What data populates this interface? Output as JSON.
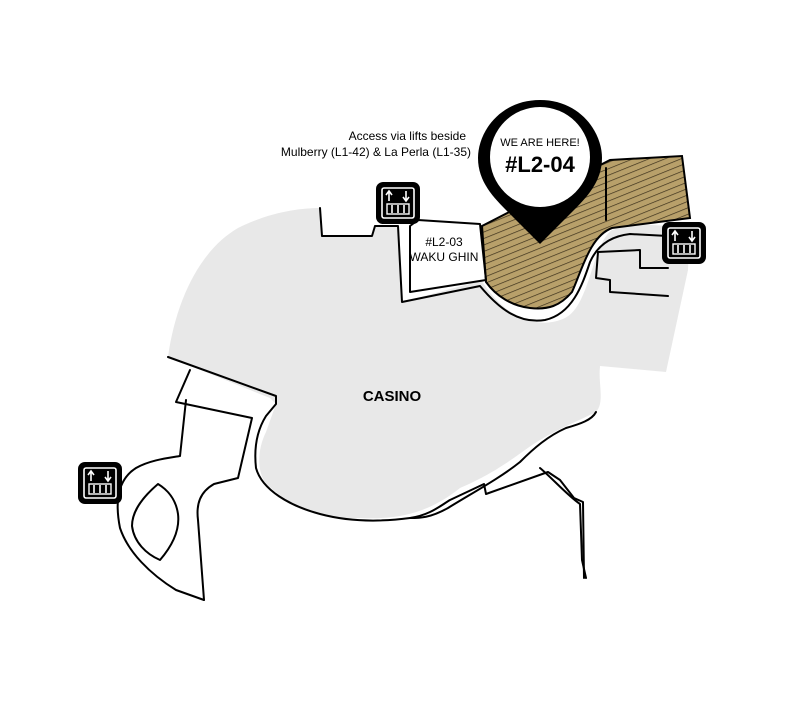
{
  "colors": {
    "casino_fill": "#e8e8e8",
    "outline": "#000000",
    "highlight_fill": "#b8a06a",
    "highlight_hatch": "#3a2f1a",
    "pin_fill": "#000000",
    "pin_inner": "#ffffff"
  },
  "map": {
    "access_note": {
      "line1": "Access via lifts beside",
      "line2": "Mulberry (L1-42) & La Perla (L1-35)"
    },
    "you_are_here": {
      "label": "WE ARE HERE!",
      "unit": "#L2-04",
      "icon": "map-pin-icon"
    },
    "neighbor_unit": {
      "unit": "#L2-03",
      "name": "WAKU GHIN"
    },
    "area_label": "CASINO",
    "lifts": [
      {
        "icon": "lift-icon"
      },
      {
        "icon": "lift-icon"
      },
      {
        "icon": "lift-icon"
      }
    ]
  }
}
